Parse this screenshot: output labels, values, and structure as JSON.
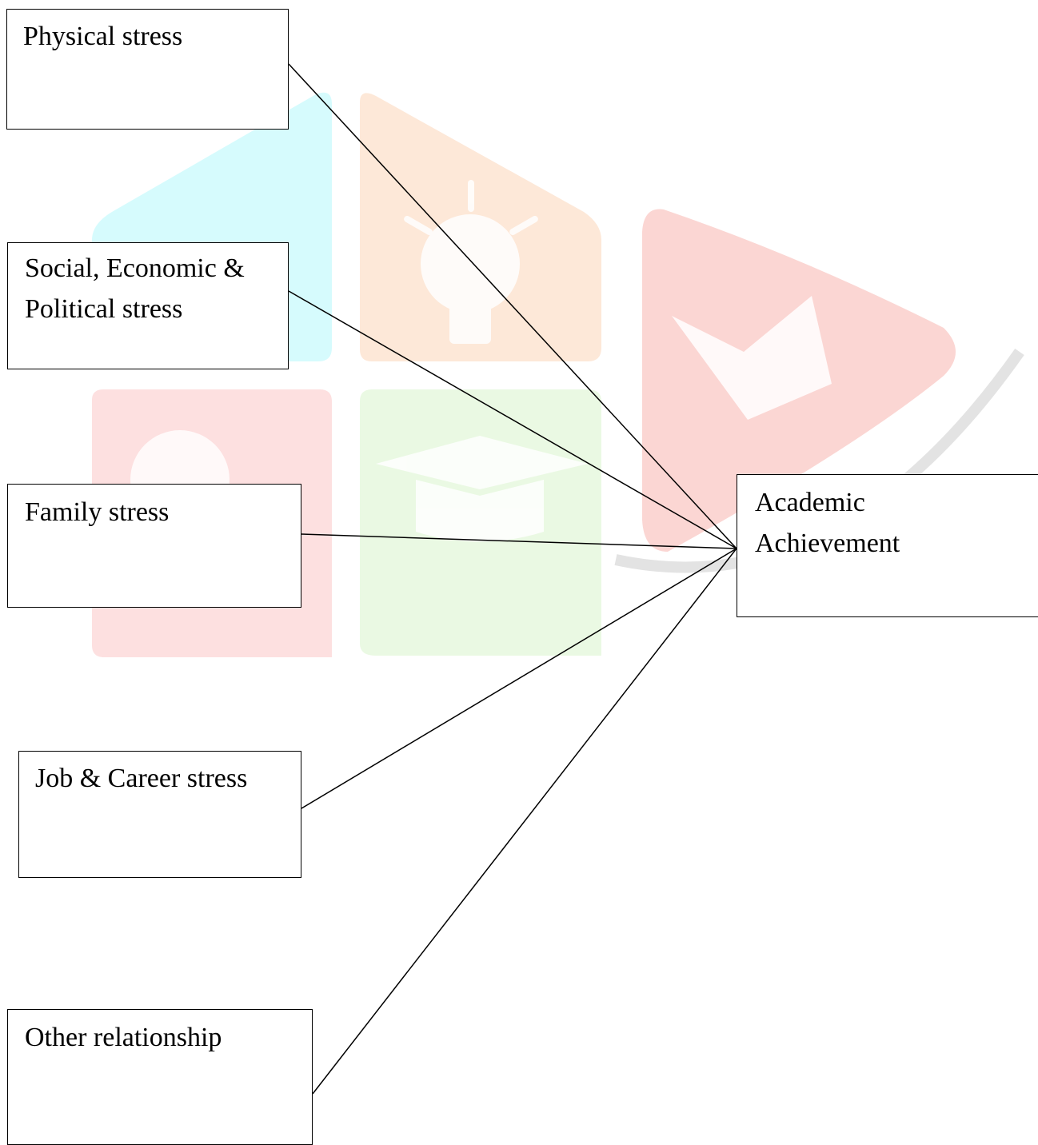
{
  "diagram": {
    "sources": [
      {
        "id": "physical",
        "lines": [
          "Physical stress"
        ]
      },
      {
        "id": "social",
        "lines": [
          "Social, Economic &",
          "Political stress"
        ]
      },
      {
        "id": "family",
        "lines": [
          "Family stress"
        ]
      },
      {
        "id": "job",
        "lines": [
          "Job & Career stress"
        ]
      },
      {
        "id": "other",
        "lines": [
          "Other relationship"
        ]
      }
    ],
    "target": {
      "id": "target",
      "lines": [
        "Academic",
        "Achievement"
      ]
    },
    "edges": [
      {
        "from": "physical",
        "to": "target"
      },
      {
        "from": "social",
        "to": "target"
      },
      {
        "from": "family",
        "to": "target"
      },
      {
        "from": "job",
        "to": "target"
      },
      {
        "from": "other",
        "to": "target"
      }
    ],
    "colors": {
      "line": "#000000",
      "box_border": "#000000",
      "watermark_cyan": "#d6fbfd",
      "watermark_orange": "#fde8d8",
      "watermark_pink": "#fde0e0",
      "watermark_green": "#eaf9e3",
      "watermark_red": "#fbd6d3"
    }
  }
}
